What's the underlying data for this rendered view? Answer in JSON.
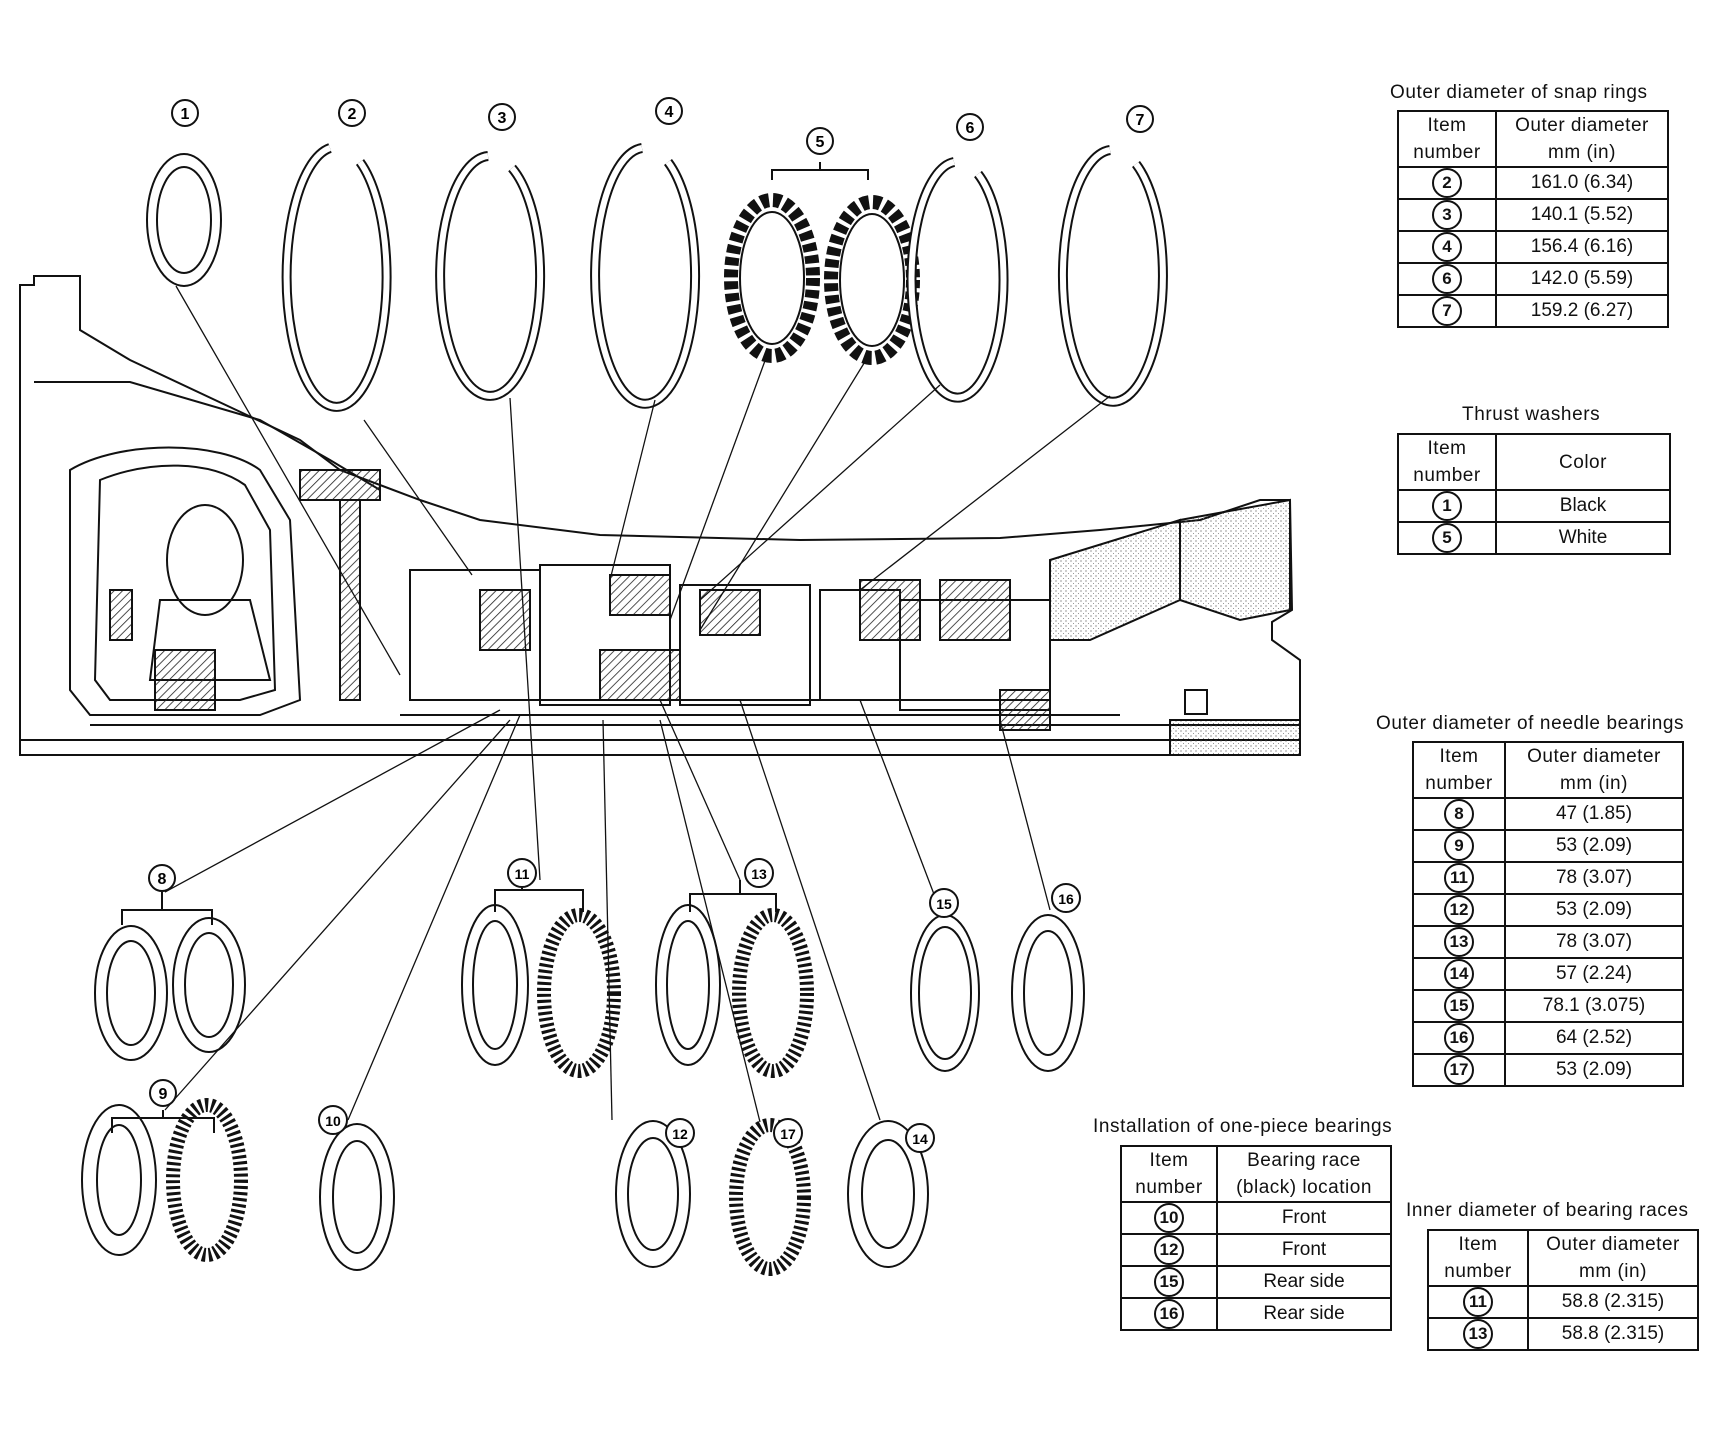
{
  "callouts": [
    "1",
    "2",
    "3",
    "4",
    "5",
    "6",
    "7",
    "8",
    "9",
    "10",
    "11",
    "12",
    "13",
    "14",
    "15",
    "16",
    "17"
  ],
  "snap_rings": {
    "title": "Outer diameter of snap rings",
    "col1": [
      "Item",
      "number"
    ],
    "col2": [
      "Outer diameter",
      "mm (in)"
    ],
    "rows": [
      {
        "item": "2",
        "value": "161.0 (6.34)"
      },
      {
        "item": "3",
        "value": "140.1 (5.52)"
      },
      {
        "item": "4",
        "value": "156.4 (6.16)"
      },
      {
        "item": "6",
        "value": "142.0 (5.59)"
      },
      {
        "item": "7",
        "value": "159.2 (6.27)"
      }
    ]
  },
  "thrust_washers": {
    "title": "Thrust washers",
    "col1": [
      "Item",
      "number"
    ],
    "col2": [
      "Color"
    ],
    "rows": [
      {
        "item": "1",
        "value": "Black"
      },
      {
        "item": "5",
        "value": "White"
      }
    ]
  },
  "needle_bearings": {
    "title": "Outer diameter of needle bearings",
    "col1": [
      "Item",
      "number"
    ],
    "col2": [
      "Outer diameter",
      "mm (in)"
    ],
    "rows": [
      {
        "item": "8",
        "value": "47 (1.85)"
      },
      {
        "item": "9",
        "value": "53 (2.09)"
      },
      {
        "item": "11",
        "value": "78 (3.07)"
      },
      {
        "item": "12",
        "value": "53 (2.09)"
      },
      {
        "item": "13",
        "value": "78 (3.07)"
      },
      {
        "item": "14",
        "value": "57 (2.24)"
      },
      {
        "item": "15",
        "value": "78.1 (3.075)"
      },
      {
        "item": "16",
        "value": "64 (2.52)"
      },
      {
        "item": "17",
        "value": "53 (2.09)"
      }
    ]
  },
  "one_piece_bearings": {
    "title": "Installation of one-piece bearings",
    "col1": [
      "Item",
      "number"
    ],
    "col2": [
      "Bearing race",
      "(black) location"
    ],
    "rows": [
      {
        "item": "10",
        "value": "Front"
      },
      {
        "item": "12",
        "value": "Front"
      },
      {
        "item": "15",
        "value": "Rear side"
      },
      {
        "item": "16",
        "value": "Rear side"
      }
    ]
  },
  "bearing_races": {
    "title": "Inner diameter of bearing races",
    "col1": [
      "Item",
      "number"
    ],
    "col2": [
      "Outer diameter",
      "mm (in)"
    ],
    "rows": [
      {
        "item": "11",
        "value": "58.8 (2.315)"
      },
      {
        "item": "13",
        "value": "58.8 (2.315)"
      }
    ]
  }
}
